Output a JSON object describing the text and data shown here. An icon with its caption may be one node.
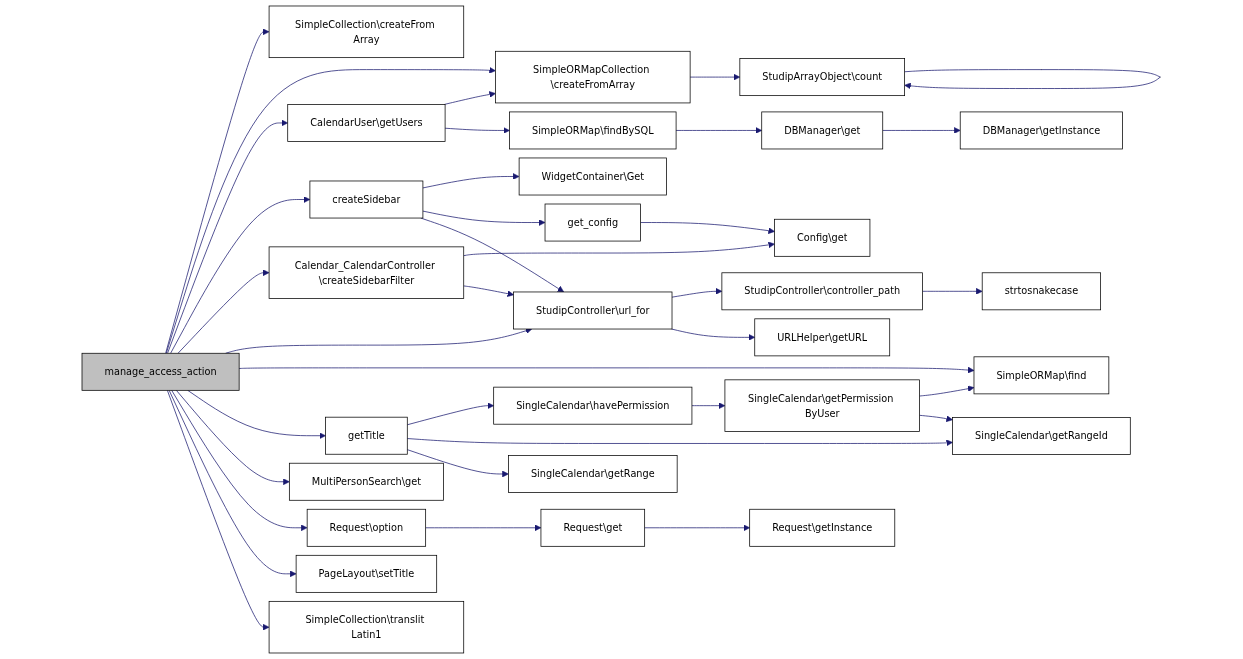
{
  "diagram": {
    "nodes": [
      {
        "text": [
          "manage_access_action"
        ]
      },
      {
        "text": [
          "SimpleCollection\\createFrom Array"
        ]
      },
      {
        "text": [
          "CalendarUser\\getUsers"
        ]
      },
      {
        "text": [
          "SimpleORMapCollection \\createFromArray"
        ]
      },
      {
        "text": [
          "StudipArrayObject\\count"
        ]
      },
      {
        "text": [
          "SimpleORMap\\findBySQL"
        ]
      },
      {
        "text": [
          "DBManager\\get"
        ]
      },
      {
        "text": [
          "DBManager\\getInstance"
        ]
      },
      {
        "text": [
          "createSidebar"
        ]
      },
      {
        "text": [
          "WidgetContainer\\Get"
        ]
      },
      {
        "text": [
          "get_config"
        ]
      },
      {
        "text": [
          "Config\\get"
        ]
      },
      {
        "text": [
          "Calendar_CalendarController \\createSidebarFilter"
        ]
      },
      {
        "text": [
          "StudipController\\url_for"
        ]
      },
      {
        "text": [
          "StudipController\\controller_path"
        ]
      },
      {
        "text": [
          "strtosnakecase"
        ]
      },
      {
        "text": [
          "URLHelper\\getURL"
        ]
      },
      {
        "text": [
          "SimpleORMap\\find"
        ]
      },
      {
        "text": [
          "getTitle"
        ]
      },
      {
        "text": [
          "SingleCalendar\\havePermission"
        ]
      },
      {
        "text": [
          "SingleCalendar\\getPermission ByUser"
        ]
      },
      {
        "text": [
          "SingleCalendar\\getRangeId"
        ]
      },
      {
        "text": [
          "SingleCalendar\\getRange"
        ]
      },
      {
        "text": [
          "MultiPersonSearch\\get"
        ]
      },
      {
        "text": [
          "Request\\option"
        ]
      },
      {
        "text": [
          "Request\\get"
        ]
      },
      {
        "text": [
          "Request\\getInstance"
        ]
      },
      {
        "text": [
          "PageLayout\\setTitle"
        ]
      },
      {
        "text": [
          "SimpleCollection\\translit Latin1"
        ]
      }
    ],
    "edges": [
      {
        "from": 0,
        "to": 1,
        "arrow": "to"
      },
      {
        "from": 0,
        "to": 3,
        "arrow": "to"
      },
      {
        "from": 0,
        "to": 2,
        "arrow": "to"
      },
      {
        "from": 0,
        "to": 8,
        "arrow": "to"
      },
      {
        "from": 0,
        "to": 12,
        "arrow": "to"
      },
      {
        "from": 0,
        "to": 13,
        "arrow": "to"
      },
      {
        "from": 0,
        "to": 17,
        "arrow": "to"
      },
      {
        "from": 0,
        "to": 18,
        "arrow": "to"
      },
      {
        "from": 0,
        "to": 23,
        "arrow": "to"
      },
      {
        "from": 0,
        "to": 24,
        "arrow": "to"
      },
      {
        "from": 0,
        "to": 27,
        "arrow": "to"
      },
      {
        "from": 0,
        "to": 28,
        "arrow": "to"
      },
      {
        "from": 2,
        "to": 3,
        "arrow": "to"
      },
      {
        "from": 2,
        "to": 5,
        "arrow": "to"
      },
      {
        "from": 3,
        "to": 4,
        "arrow": "to"
      },
      {
        "from": 4,
        "to": 4,
        "arrow": "to"
      },
      {
        "from": 5,
        "to": 6,
        "arrow": "to"
      },
      {
        "from": 6,
        "to": 7,
        "arrow": "to"
      },
      {
        "from": 8,
        "to": 9,
        "arrow": "to"
      },
      {
        "from": 8,
        "to": 10,
        "arrow": "to"
      },
      {
        "from": 8,
        "to": 13,
        "arrow": "to"
      },
      {
        "from": 10,
        "to": 11,
        "arrow": "to"
      },
      {
        "from": 12,
        "to": 11,
        "arrow": "to"
      },
      {
        "from": 12,
        "to": 13,
        "arrow": "to"
      },
      {
        "from": 13,
        "to": 14,
        "arrow": "to"
      },
      {
        "from": 13,
        "to": 16,
        "arrow": "to"
      },
      {
        "from": 14,
        "to": 15,
        "arrow": "to"
      },
      {
        "from": 18,
        "to": 19,
        "arrow": "to"
      },
      {
        "from": 18,
        "to": 21,
        "arrow": "to"
      },
      {
        "from": 18,
        "to": 22,
        "arrow": "to"
      },
      {
        "from": 19,
        "to": 20,
        "arrow": "to"
      },
      {
        "from": 20,
        "to": 17,
        "arrow": "to"
      },
      {
        "from": 20,
        "to": 21,
        "arrow": "to"
      },
      {
        "from": 24,
        "to": 25,
        "arrow": "to"
      },
      {
        "from": 25,
        "to": 26,
        "arrow": "to"
      }
    ]
  }
}
